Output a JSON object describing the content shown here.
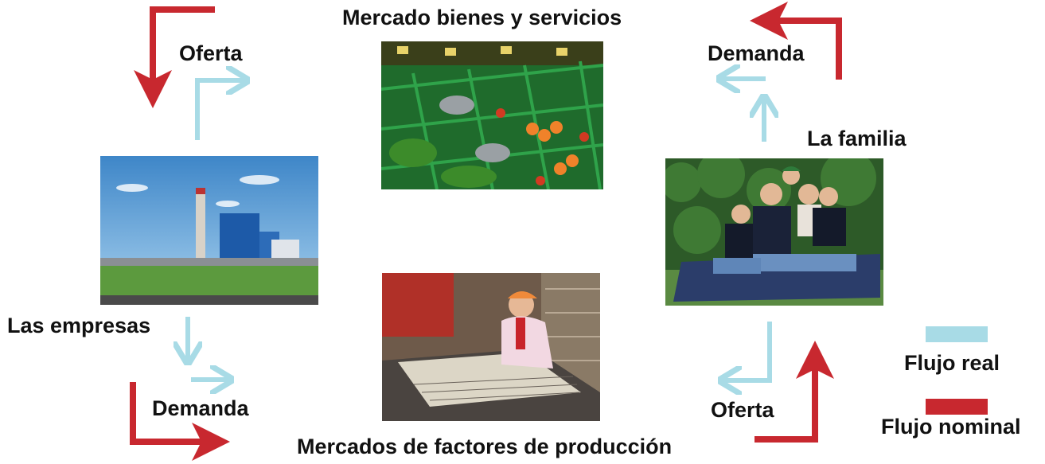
{
  "diagram": {
    "title_top": "Mercado bienes y servicios",
    "title_bottom": "Mercados de factores de producción",
    "empresas_label": "Las empresas",
    "familia_label": "La familia",
    "top_left_label": "Oferta",
    "bottom_left_label": "Demanda",
    "top_right_label": "Demanda",
    "bottom_right_label": "Oferta"
  },
  "legend": {
    "real_label": "Flujo real",
    "nominal_label": "Flujo nominal"
  },
  "colors": {
    "real_flow": "#a8dbe6",
    "nominal_flow": "#c8282f"
  },
  "images": {
    "market": "produce-market-photo",
    "factory": "power-plant-photo",
    "worker": "factory-worker-photo",
    "family": "family-photo"
  }
}
